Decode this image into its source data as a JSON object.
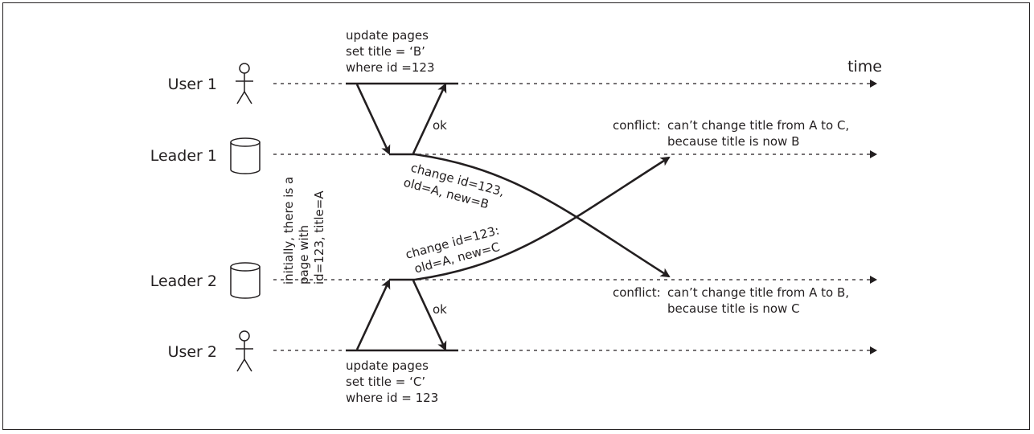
{
  "actors": {
    "user1": "User 1",
    "leader1": "Leader 1",
    "leader2": "Leader 2",
    "user2": "User 2"
  },
  "time_label": "time",
  "user1_query": [
    "update pages",
    "set title = ‘B’",
    "where id =123"
  ],
  "user2_query": [
    "update pages",
    "set title = ‘C’",
    "where id = 123"
  ],
  "ok_label": "ok",
  "replication_1to2": [
    "change id=123,",
    "old=A, new=B"
  ],
  "replication_2to1": [
    "change id=123:",
    "old=A, new=C"
  ],
  "initial_state": [
    "initially, there is a",
    "page with",
    "id=123, title=A"
  ],
  "conflict_prefix": "conflict:",
  "conflict_leader1": [
    "can’t change title from A to C,",
    "because title is now B"
  ],
  "conflict_leader2": [
    "can’t change title from A to B,",
    "because title is now C"
  ],
  "icons": {
    "user": "stick-figure-icon",
    "leader": "database-cylinder-icon"
  }
}
